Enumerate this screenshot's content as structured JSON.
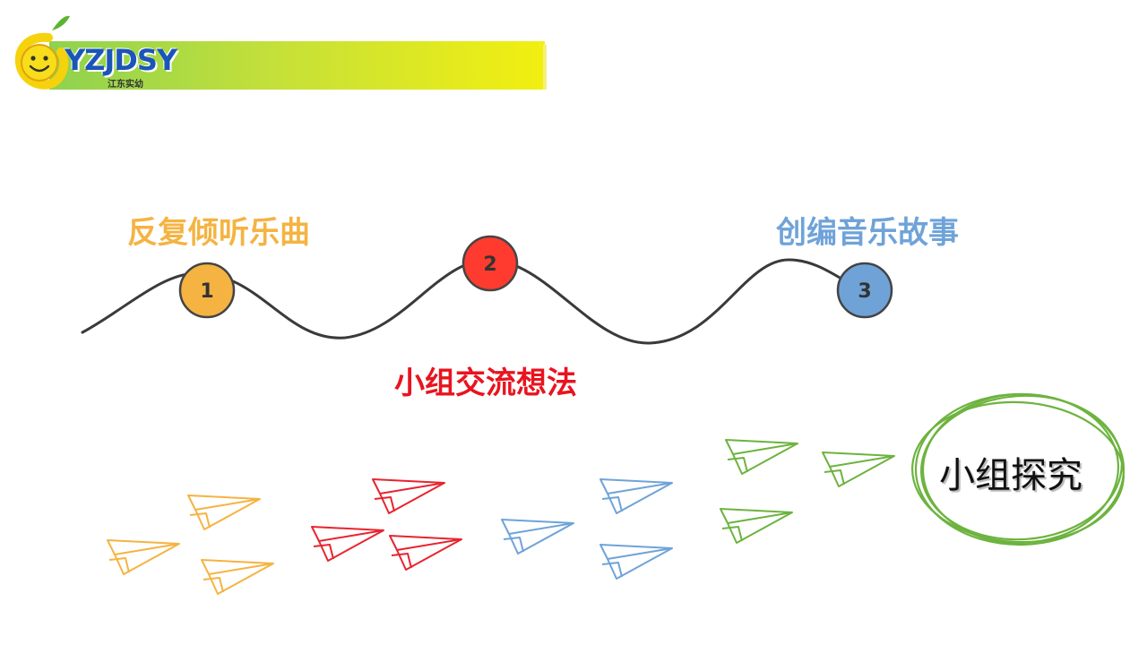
{
  "logo": {
    "text": "YZJDSY",
    "subtitle": "江东实幼"
  },
  "steps": [
    {
      "number": "1",
      "label": "反复倾听乐曲",
      "color": "#f5b342"
    },
    {
      "number": "2",
      "label": "小组交流想法",
      "color": "#ff3b30"
    },
    {
      "number": "3",
      "label": "创编音乐故事",
      "color": "#6fa3d8"
    }
  ],
  "label_colors": {
    "step1": "#f5b342",
    "step2": "#e8141f",
    "step3": "#6fa3d8"
  },
  "conclusion": {
    "text": "小组探究",
    "ring_color": "#6db33f"
  },
  "planes": {
    "orange": "#f5b342",
    "red": "#e8242f",
    "blue": "#6fa3d8",
    "green": "#6db33f"
  }
}
